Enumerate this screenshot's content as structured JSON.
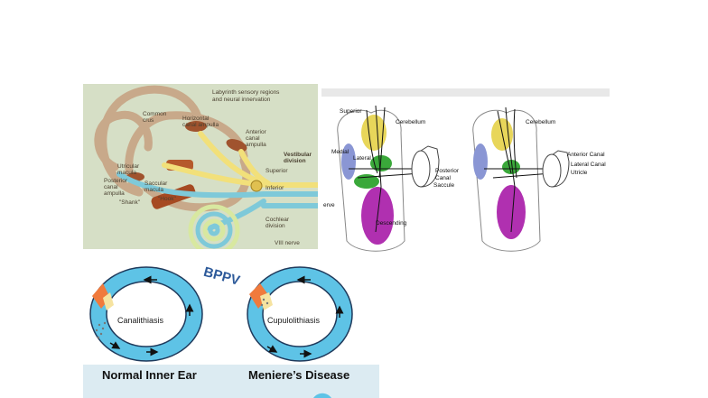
{
  "labyrinth": {
    "title_line1": "Labyrinth sensory regions",
    "title_line2": "and neural innervation",
    "labels": {
      "common": "Common",
      "crus": "crus",
      "horizontal": "Horizontal",
      "canal_ampulla": "canal ampulla",
      "anterior": "Anterior",
      "canal": "canal",
      "ampulla": "ampulla",
      "vestibular": "Vestibular",
      "division": "division",
      "superior": "Superior",
      "utricular": "Utricular",
      "macula": "macula",
      "saccular": "Saccular",
      "macula2": "macula",
      "posterior": "Posterior",
      "canal2": "canal",
      "ampulla2": "ampulla",
      "hook": "\"Hook\"",
      "shank": "\"Shank\"",
      "inferior": "Inferior",
      "cochlear": "Cochlear",
      "division2": "division",
      "viii_nerve": "VIII nerve"
    }
  },
  "nuclei": {
    "left": {
      "superior": "Superior",
      "cerebellum": "Cerebellum",
      "medial": "Medial",
      "lateral": "Lateral",
      "posterior": "Posterior",
      "canal": "Canal",
      "saccule": "Saccule",
      "descending": "Descending",
      "nerve_fragment": "erve"
    },
    "right": {
      "cerebellum": "Cerebellum",
      "anterior_canal": "Anterior Canal",
      "lateral_canal": "Lateral Canal",
      "utricle": "Utricle"
    }
  },
  "bppv": {
    "title": "BPPV",
    "canalithiasis": "Canalithiasis",
    "cupulolithiasis": "Cupulolithiasis"
  },
  "captions": {
    "normal": "Normal Inner Ear",
    "meniere": "Meniere’s Disease"
  },
  "colors": {
    "canal_fill": "#5ec3e6",
    "canal_stroke": "#1f3a5c",
    "cupula": "#f07a3c",
    "bppv_title": "#2d5a9a"
  }
}
